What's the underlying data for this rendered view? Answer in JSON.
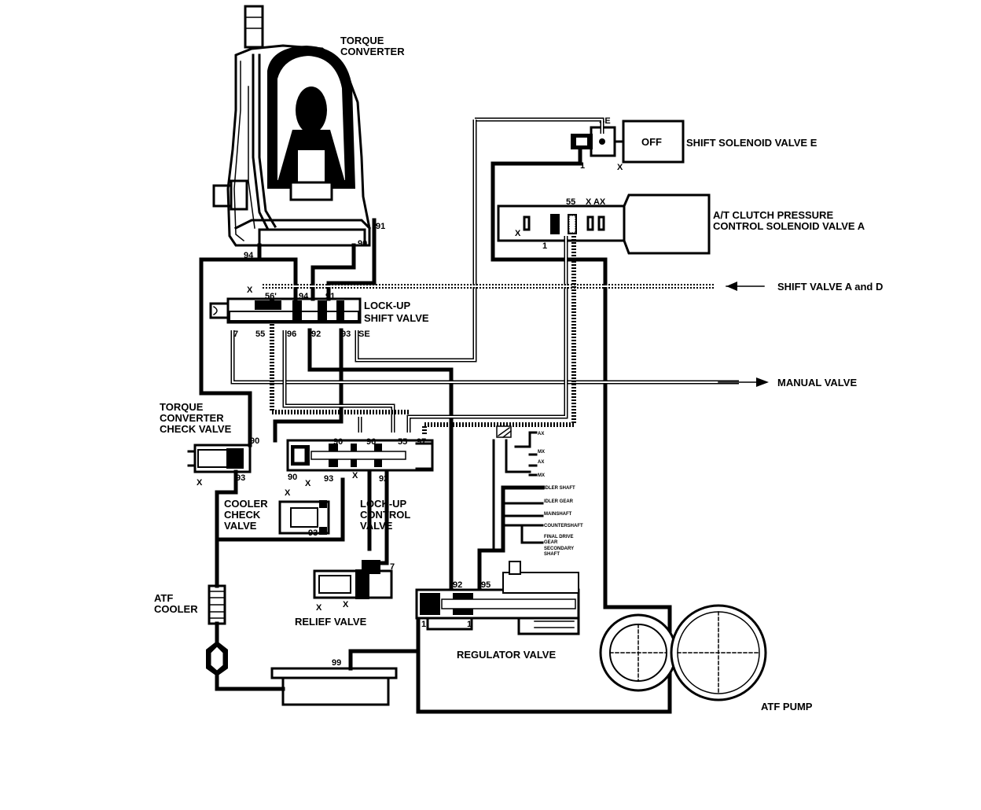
{
  "components": {
    "torque_converter": "TORQUE\nCONVERTER",
    "shift_solenoid_e": "SHIFT SOLENOID VALVE E",
    "solenoid_state": "OFF",
    "clutch_pressure_solenoid": "A/T CLUTCH PRESSURE\nCONTROL SOLENOID VALVE A",
    "lockup_shift_valve": "LOCK-UP\nSHIFT VALVE",
    "tc_check_valve": "TORQUE\nCONVERTER\nCHECK VALVE",
    "cooler_check_valve": "COOLER\nCHECK\nVALVE",
    "lockup_control_valve": "LOCK-UP\nCONTROL\nVALVE",
    "atf_cooler": "ATF\nCOOLER",
    "relief_valve": "RELIEF VALVE",
    "regulator_valve": "REGULATOR VALVE",
    "atf_pump": "ATF PUMP"
  },
  "destinations": {
    "shift_valve_ad": "SHIFT VALVE A and D",
    "manual_valve": "MANUAL VALVE"
  },
  "lubrication": {
    "idler_shaft": "IDLER SHAFT",
    "idler_gear": "IDLER GEAR",
    "mainshaft": "MAINSHAFT",
    "countershaft": "COUNTERSHAFT",
    "final_drive_gear": "FINAL DRIVE\nGEAR",
    "secondary_shaft": "SECONDARY\nSHAFT",
    "ax": "AX",
    "mx": "MX"
  },
  "ports": {
    "p94": "94",
    "p90": "90",
    "p91": "91",
    "p56p": "56'",
    "p55": "55",
    "p96": "96",
    "p92": "92",
    "p93": "93",
    "p7": "7",
    "p97": "97",
    "p95": "95",
    "p99": "99",
    "p1": "1",
    "se": "SE",
    "x": "X",
    "ax": "AX",
    "x_ax": "X  AX"
  },
  "colors": {
    "ink": "#000000",
    "paper": "#ffffff"
  }
}
